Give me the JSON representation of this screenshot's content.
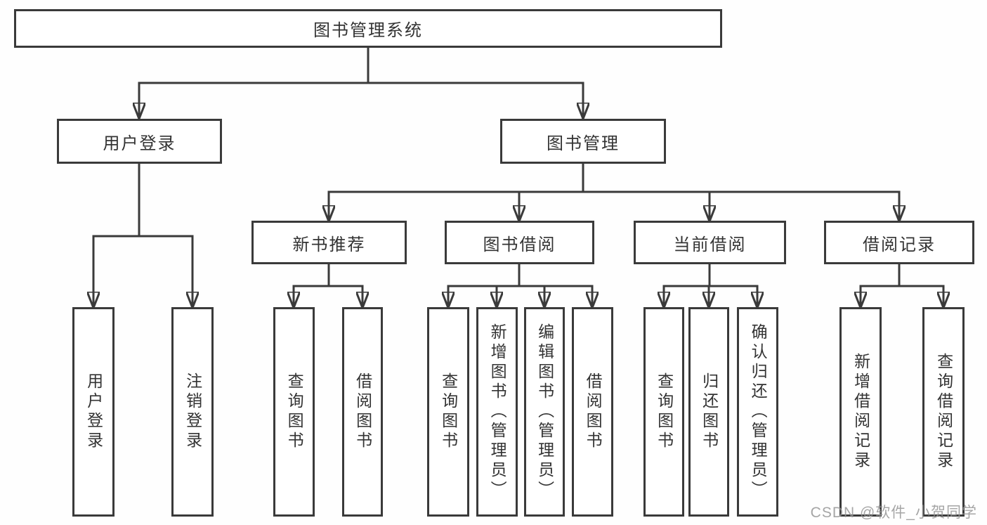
{
  "colors": {
    "line": "#3a3a3a",
    "text": "#333333",
    "background": "#ffffff",
    "watermark": "#969696"
  },
  "diagram": {
    "root": {
      "id": "library-management-system",
      "label": "图书管理系统"
    },
    "level2": [
      {
        "id": "user-login",
        "label": "用户登录",
        "parent": "library-management-system"
      },
      {
        "id": "book-management",
        "label": "图书管理",
        "parent": "library-management-system"
      }
    ],
    "level3": [
      {
        "id": "new-book-recommendation",
        "label": "新书推荐",
        "parent": "book-management"
      },
      {
        "id": "book-borrowing",
        "label": "图书借阅",
        "parent": "book-management"
      },
      {
        "id": "current-borrowing",
        "label": "当前借阅",
        "parent": "book-management"
      },
      {
        "id": "borrowing-records",
        "label": "借阅记录",
        "parent": "book-management"
      }
    ],
    "leaves": [
      {
        "id": "leaf-user-login",
        "label": "用户登录",
        "parent": "user-login"
      },
      {
        "id": "leaf-logout",
        "label": "注销登录",
        "parent": "user-login"
      },
      {
        "id": "leaf-query-books-1",
        "label": "查询图书",
        "parent": "new-book-recommendation"
      },
      {
        "id": "leaf-borrow-books-1",
        "label": "借阅图书",
        "parent": "new-book-recommendation"
      },
      {
        "id": "leaf-query-books-2",
        "label": "查询图书",
        "parent": "book-borrowing"
      },
      {
        "id": "leaf-add-books-admin",
        "label": "新增图书（管理员）",
        "parent": "book-borrowing"
      },
      {
        "id": "leaf-edit-books-admin",
        "label": "编辑图书（管理员）",
        "parent": "book-borrowing"
      },
      {
        "id": "leaf-borrow-books-2",
        "label": "借阅图书",
        "parent": "book-borrowing"
      },
      {
        "id": "leaf-query-books-3",
        "label": "查询图书",
        "parent": "current-borrowing"
      },
      {
        "id": "leaf-return-books",
        "label": "归还图书",
        "parent": "current-borrowing"
      },
      {
        "id": "leaf-confirm-return-admin",
        "label": "确认归还（管理员）",
        "parent": "current-borrowing"
      },
      {
        "id": "leaf-add-borrow-record",
        "label": "新增借阅记录",
        "parent": "borrowing-records"
      },
      {
        "id": "leaf-query-borrow-record",
        "label": "查询借阅记录",
        "parent": "borrowing-records"
      }
    ]
  },
  "watermark": {
    "text": "CSDN @软件_小贺同学"
  }
}
